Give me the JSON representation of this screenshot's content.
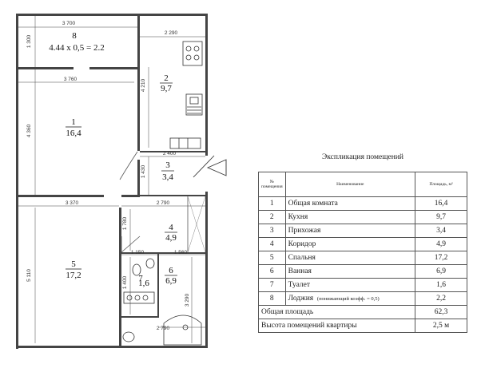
{
  "plan": {
    "rooms": [
      {
        "num": "1",
        "area": "16,4"
      },
      {
        "num": "2",
        "area": "9,7"
      },
      {
        "num": "3",
        "area": "3,4"
      },
      {
        "num": "4",
        "area": "4,9"
      },
      {
        "num": "5",
        "area": "17,2"
      },
      {
        "num": "6",
        "area": "6,9"
      },
      {
        "num": "7",
        "area": "1,6"
      },
      {
        "num": "8",
        "formula": "4.44 x 0,5 = 2.2"
      }
    ],
    "dims": {
      "top_loggia": "3 700",
      "loggia_height": "1 300",
      "kitchen_width": "2 290",
      "room1_width": "3 760",
      "kitchen_height": "4 210",
      "room1_height": "4 360",
      "hall_width": "2 400",
      "hall_height": "1 430",
      "bedroom_width": "3 370",
      "corridor_width": "2 790",
      "corridor_height": "1 780",
      "bath_offset": "1 150",
      "bath_width": "1 560",
      "bedroom_height": "5 110",
      "toilet_height": "1 400",
      "bath_height": "3 290",
      "bottom_width": "2 790"
    }
  },
  "explication": {
    "title": "Экспликация помещений",
    "headers": {
      "num": "№ помещения",
      "name": "Наименование",
      "area": "Площадь, м²"
    },
    "rows": [
      {
        "num": "1",
        "name": "Общая комната",
        "area": "16,4"
      },
      {
        "num": "2",
        "name": "Кухня",
        "area": "9,7"
      },
      {
        "num": "3",
        "name": "Прихожая",
        "area": "3,4"
      },
      {
        "num": "4",
        "name": "Коридор",
        "area": "4,9"
      },
      {
        "num": "5",
        "name": "Спальня",
        "area": "17,2"
      },
      {
        "num": "6",
        "name": "Ванная",
        "area": "6,9"
      },
      {
        "num": "7",
        "name": "Туалет",
        "area": "1,6"
      },
      {
        "num": "8",
        "name": "Лоджия",
        "note": "(понижающий коэфф. = 0,5)",
        "area": "2,2"
      }
    ],
    "total_label": "Общая площадь",
    "total_value": "62,3",
    "height_label": "Высота помещений квартиры",
    "height_value": "2,5 м"
  }
}
